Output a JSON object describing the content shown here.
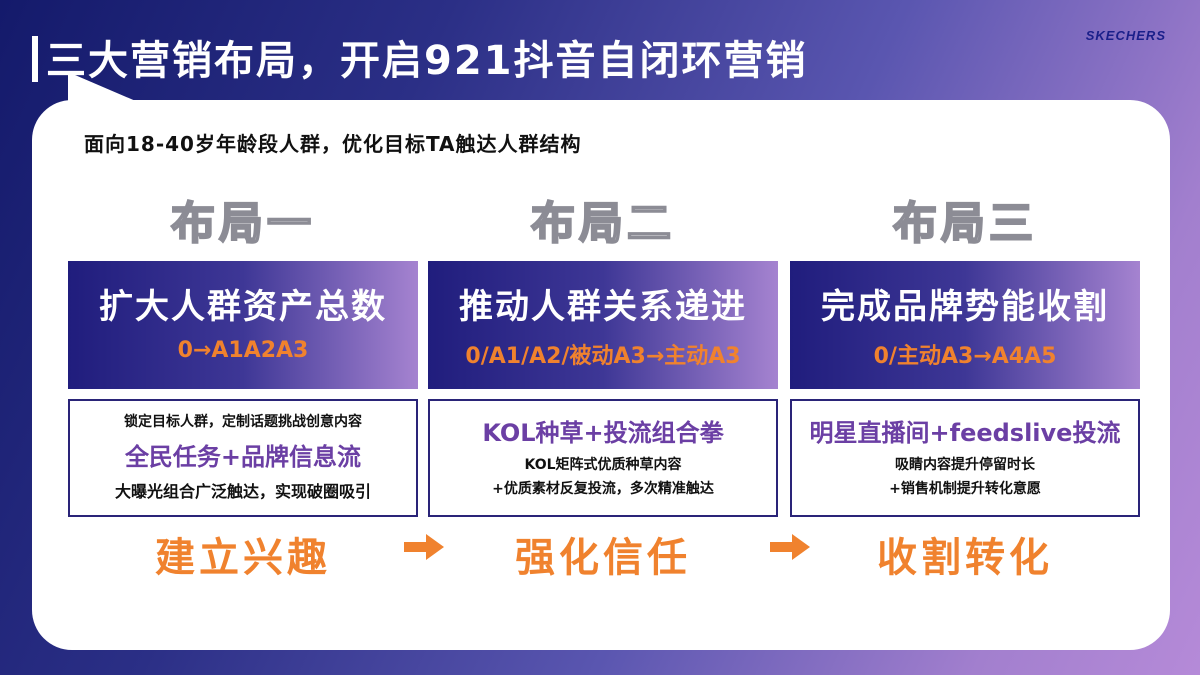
{
  "title": "三大营销布局，开启921抖音自闭环营销",
  "brand_logo": "SKECHERS",
  "subtitle": "面向18-40岁年龄段人群，优化目标TA触达人群结构",
  "columns": [
    {
      "heading": "布局一",
      "banner_title": "扩大人群资产总数",
      "banner_sub": "0→A1A2A3",
      "box_top": "锁定目标人群，定制话题挑战创意内容",
      "box_big": "全民任务+品牌信息流",
      "box_bottom": "大曝光组合广泛触达，实现破圈吸引",
      "result": "建立兴趣"
    },
    {
      "heading": "布局二",
      "banner_title": "推动人群关系递进",
      "banner_sub": "0/A1/A2/被动A3→主动A3",
      "box_big": "KOL种草+投流组合拳",
      "box_line1": "KOL矩阵式优质种草内容",
      "box_line2": "+优质素材反复投流，多次精准触达",
      "result": "强化信任"
    },
    {
      "heading": "布局三",
      "banner_title": "完成品牌势能收割",
      "banner_sub": "0/主动A3→A4A5",
      "box_big": "明星直播间+feedslive投流",
      "box_line1": "吸睛内容提升停留时长",
      "box_line2": "+销售机制提升转化意愿",
      "result": "收割转化"
    }
  ],
  "colors": {
    "accent_orange": "#f0822e",
    "navy": "#201d7d",
    "purple": "#6b3fa4"
  },
  "icons": [
    "arrow-right-icon",
    "arrow-right-icon"
  ]
}
